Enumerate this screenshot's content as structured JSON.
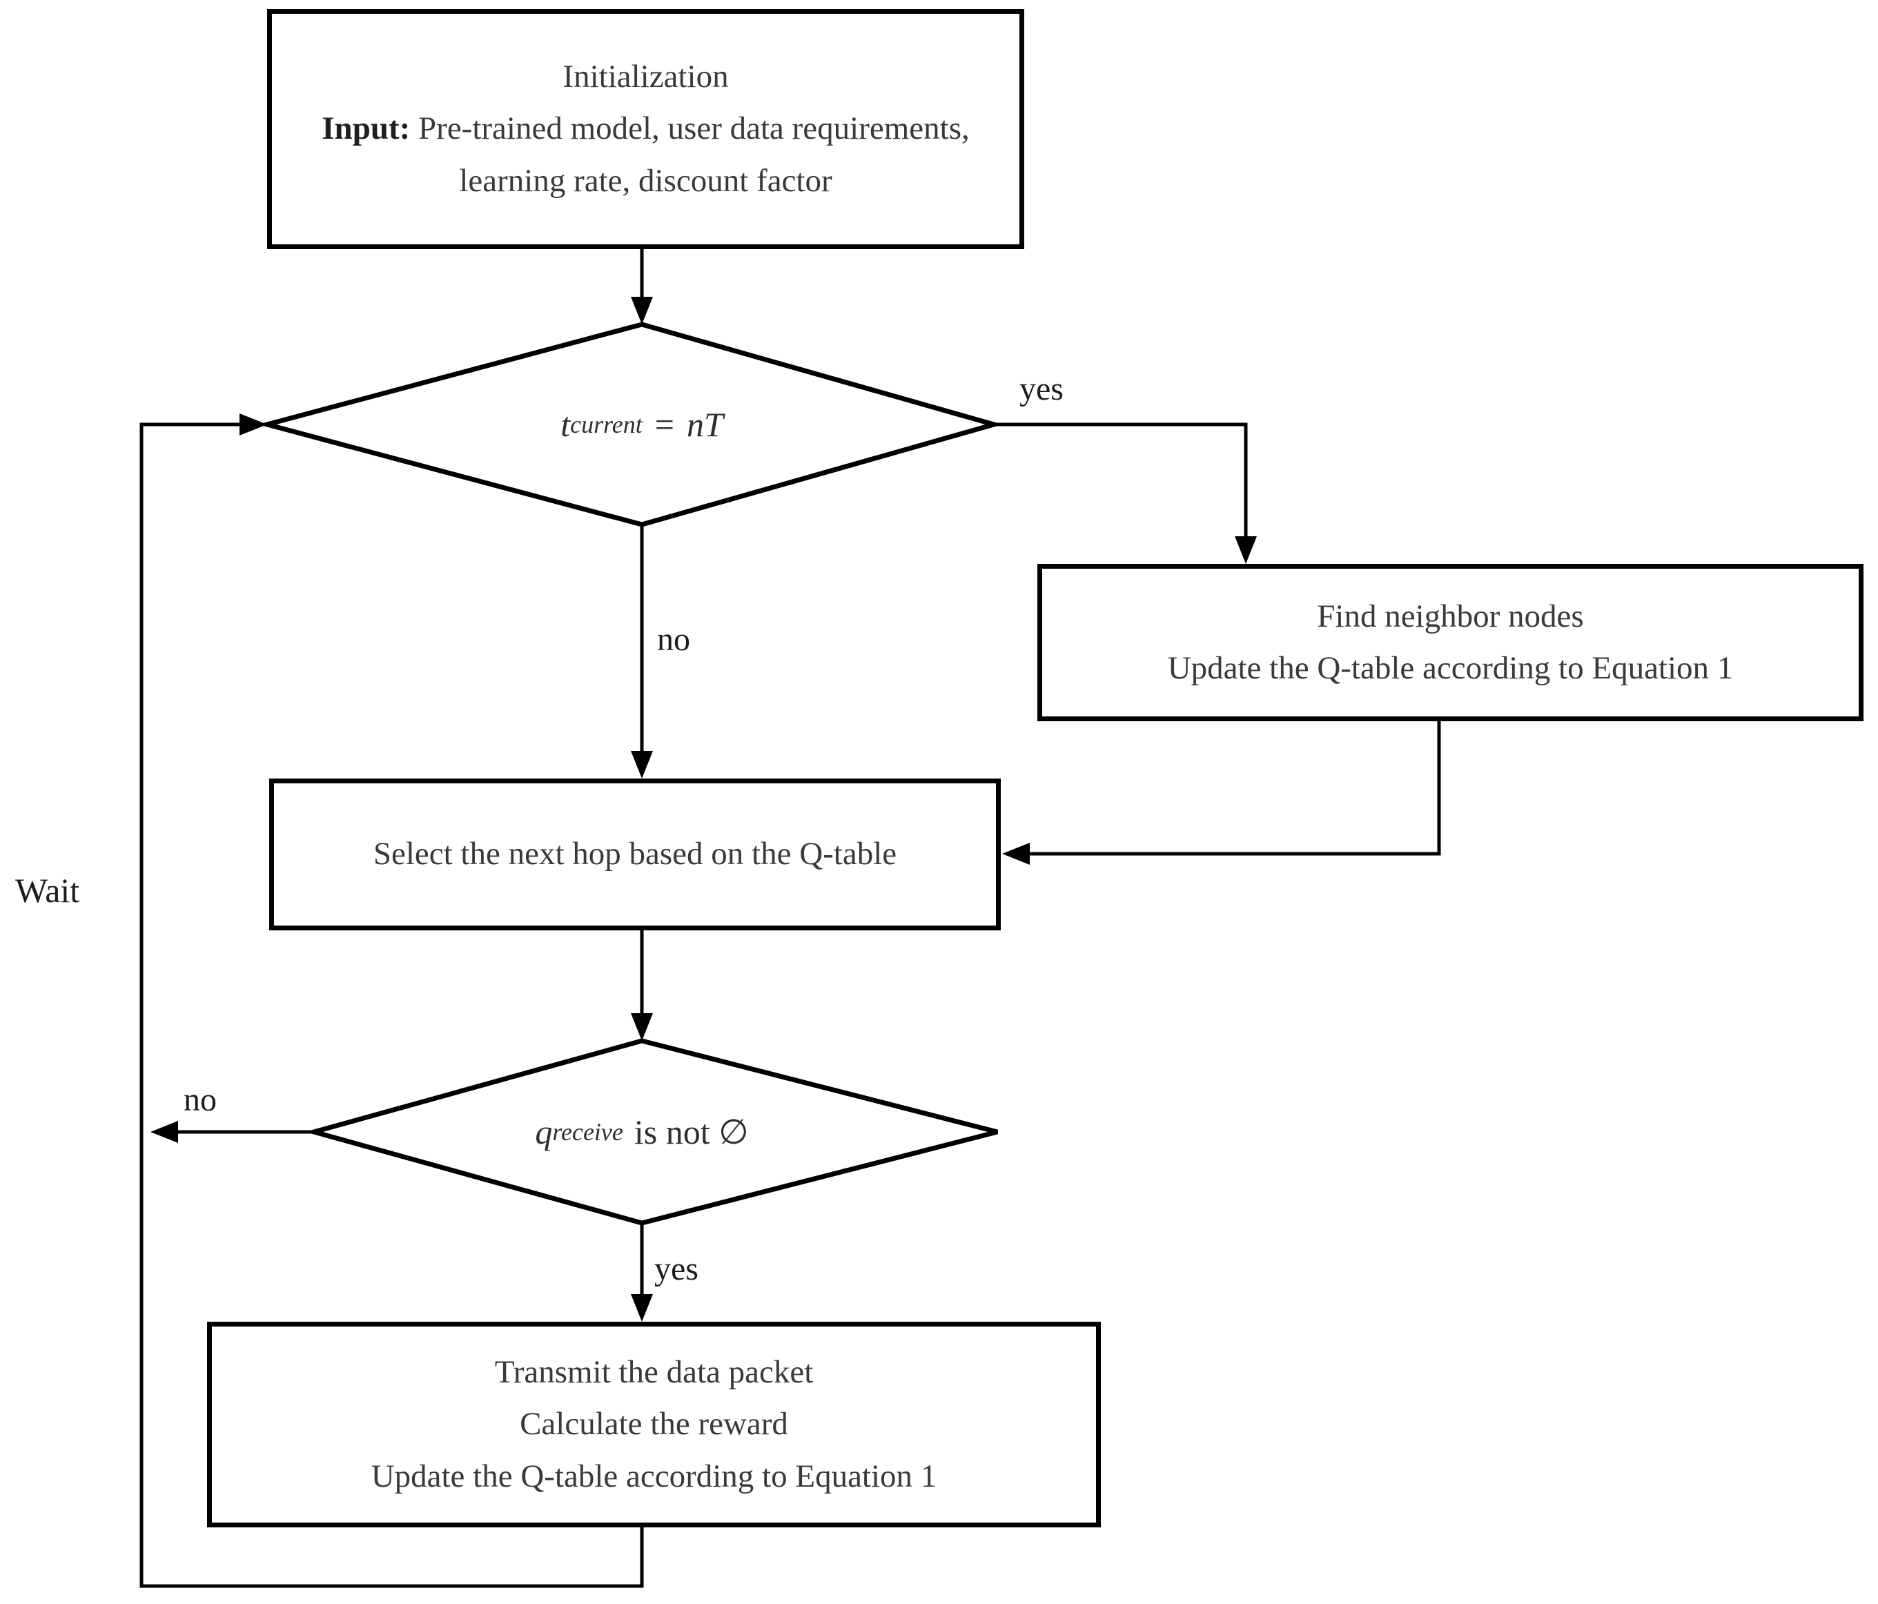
{
  "flowchart": {
    "nodes": {
      "init": {
        "title": "Initialization",
        "input_label": "Input:",
        "input_text": " Pre-trained model, user data requirements, learning rate, discount factor"
      },
      "time_check": {
        "var": "t",
        "var_sub": "current",
        "op": "=",
        "rhs": "nT"
      },
      "find_neighbors": {
        "line1": "Find neighbor nodes",
        "line2": "Update the Q-table according to Equation 1"
      },
      "select_hop": {
        "line1": "Select the next hop based on the Q-table"
      },
      "receive_check": {
        "var": "q",
        "var_sub": "receive",
        "rest": "is not ∅"
      },
      "transmit": {
        "line1": "Transmit the data packet",
        "line2": "Calculate the reward",
        "line3": "Update the Q-table according to Equation 1"
      }
    },
    "edge_labels": {
      "time_yes": "yes",
      "time_no": "no",
      "receive_no": "no",
      "receive_yes": "yes",
      "wait": "Wait"
    },
    "colors": {
      "line": "#000000",
      "box_text": "#3a3a3a",
      "label_text": "#1c1c1c",
      "background": "#ffffff"
    }
  }
}
